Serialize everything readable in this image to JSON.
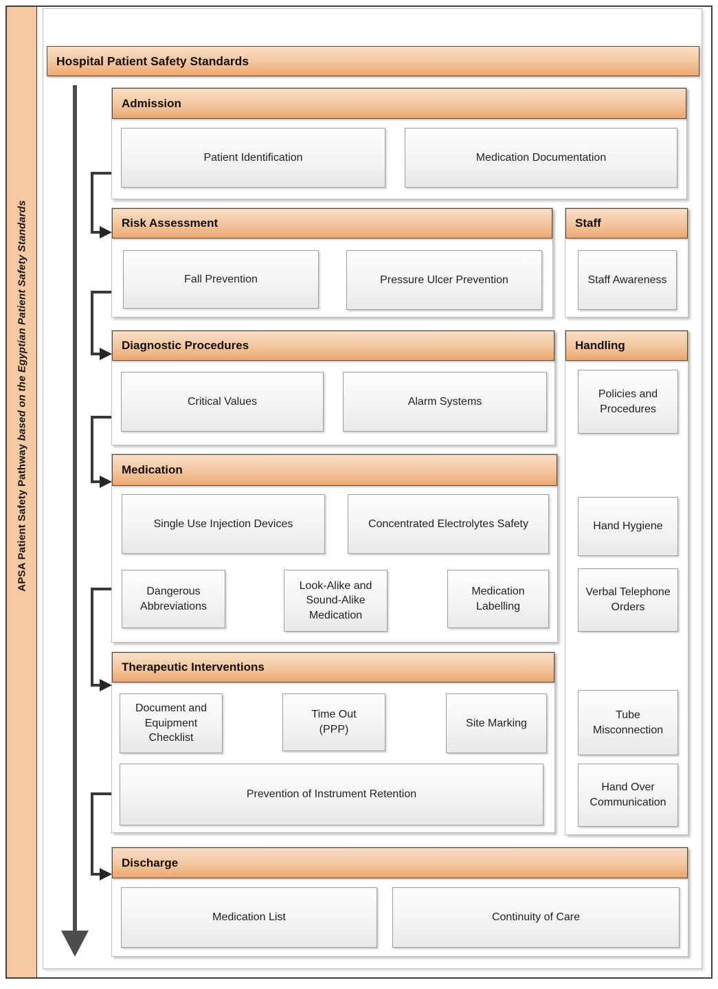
{
  "sidebar": {
    "title_bold": "APSA Patient Safety Pathway",
    "title_italic": "based on the Egyptian Patient Safety Standards"
  },
  "header": {
    "title": "Hospital Patient Safety Standards"
  },
  "sections": [
    {
      "id": "admission",
      "label": "Admission",
      "items": [
        "Patient Identification",
        "Medication Documentation"
      ]
    },
    {
      "id": "risk-assessment",
      "label": "Risk Assessment",
      "items": [
        "Fall Prevention",
        "Pressure Ulcer Prevention"
      ]
    },
    {
      "id": "staff",
      "label": "Staff",
      "items": [
        "Staff Awareness"
      ]
    },
    {
      "id": "diagnostic-procedures",
      "label": "Diagnostic Procedures",
      "items": [
        "Critical Values",
        "Alarm Systems"
      ]
    },
    {
      "id": "handling",
      "label": "Handling",
      "items": [
        "Policies and Procedures",
        "Hand Hygiene",
        "Verbal Telephone Orders",
        "Tube Misconnection",
        "Hand Over Communication"
      ]
    },
    {
      "id": "medication",
      "label": "Medication",
      "items": [
        "Single Use Injection Devices",
        "Concentrated Electrolytes Safety",
        "Dangerous Abbreviations",
        "Look-Alike and Sound-Alike Medication",
        "Medication Labelling"
      ]
    },
    {
      "id": "therapeutic-interventions",
      "label": "Therapeutic Interventions",
      "items": [
        "Document and Equipment Checklist",
        "Time Out (PPP)",
        "Site Marking",
        "Prevention of Instrument Retention"
      ]
    },
    {
      "id": "discharge",
      "label": "Discharge",
      "items": [
        "Medication List",
        "Continuity of Care"
      ]
    }
  ],
  "colors": {
    "sidebar_fill": "#f5c9a2",
    "header_gradient_top": "#f9dfc7",
    "header_gradient_bottom": "#eca770",
    "arrow": "#4d4d4d",
    "connector": "#383838",
    "box_border": "#9e9e9e",
    "panel_border": "#bfbfbf"
  }
}
